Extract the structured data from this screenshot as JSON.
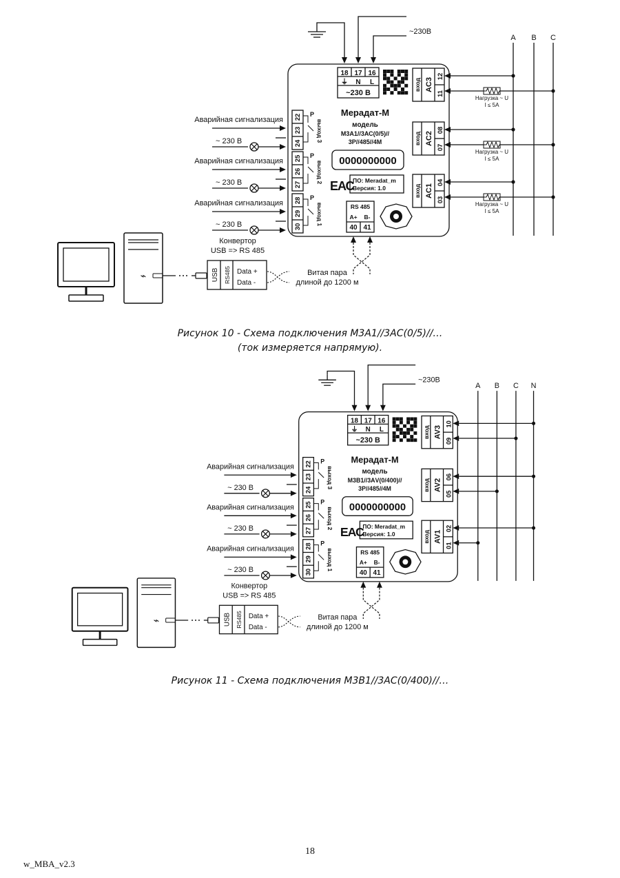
{
  "diagram1": {
    "supply_label": "~230В",
    "power_terminals": [
      "18",
      "17",
      "16"
    ],
    "power_symbols": [
      "⏚",
      "N",
      "L"
    ],
    "power_voltage": "~230 В",
    "brand": "Мерадат-М",
    "model_word": "модель",
    "model_line1": "М3А1//3АС(0/5)//",
    "model_line2": "3Р//485//4М",
    "serial": "0000000000",
    "eac": "ЕАС",
    "software": "ПО: Meradat_m",
    "version": "Версия: 1.0",
    "rs485_title": "RS 485",
    "rs485_pins": [
      "A+",
      "B-"
    ],
    "rs485_terms": [
      "40",
      "41"
    ],
    "phases": [
      "A",
      "B",
      "C"
    ],
    "inputs": [
      {
        "word": "вход",
        "name": "AC3",
        "terms": [
          "11",
          "12"
        ],
        "load": "Нагрузка ~ U",
        "limit": "I ≤ 5A"
      },
      {
        "word": "вход",
        "name": "AC2",
        "terms": [
          "07",
          "08"
        ],
        "load": "Нагрузка ~ U",
        "limit": "I ≤ 5A"
      },
      {
        "word": "вход",
        "name": "AC1",
        "terms": [
          "03",
          "04"
        ],
        "load": "Нагрузка ~ U",
        "limit": "I ≤ 5A"
      }
    ],
    "outputs": [
      {
        "name": "выход 3",
        "terms": [
          "22",
          "23",
          "24"
        ],
        "relay": "Р"
      },
      {
        "name": "выход 2",
        "terms": [
          "25",
          "26",
          "27"
        ],
        "relay": "Р"
      },
      {
        "name": "выход 1",
        "terms": [
          "28",
          "29",
          "30"
        ],
        "relay": "Р"
      }
    ],
    "alarm_label": "Аварийная сигнализация",
    "alarm_voltage": "~ 230 В",
    "converter_label1": "Конвертор",
    "converter_label2": "USB => RS 485",
    "usb_label": "USB",
    "rs485_label": "RS485",
    "data_plus": "Data +",
    "data_minus": "Data -",
    "twisted_pair1": "Витая пара",
    "twisted_pair2": "длиной до 1200 м"
  },
  "diagram2": {
    "supply_label": "~230В",
    "power_terminals": [
      "18",
      "17",
      "16"
    ],
    "power_symbols": [
      "⏚",
      "N",
      "L"
    ],
    "power_voltage": "~230 В",
    "brand": "Мерадат-М",
    "model_word": "модель",
    "model_line1": "М3В1//3АV(0/400)//",
    "model_line2": "3Р//485//4М",
    "serial": "0000000000",
    "eac": "ЕАС",
    "software": "ПО: Meradat_m",
    "version": "Версия: 1.0",
    "rs485_title": "RS 485",
    "rs485_pins": [
      "A+",
      "B-"
    ],
    "rs485_terms": [
      "40",
      "41"
    ],
    "phases": [
      "A",
      "B",
      "C",
      "N"
    ],
    "inputs": [
      {
        "word": "вход",
        "name": "AV3",
        "terms": [
          "09",
          "10"
        ]
      },
      {
        "word": "вход",
        "name": "AV2",
        "terms": [
          "05",
          "06"
        ]
      },
      {
        "word": "вход",
        "name": "AV1",
        "terms": [
          "01",
          "02"
        ]
      }
    ],
    "outputs": [
      {
        "name": "выход 3",
        "terms": [
          "22",
          "23",
          "24"
        ],
        "relay": "Р"
      },
      {
        "name": "выход 2",
        "terms": [
          "25",
          "26",
          "27"
        ],
        "relay": "Р"
      },
      {
        "name": "выход 1",
        "terms": [
          "28",
          "29",
          "30"
        ],
        "relay": "Р"
      }
    ],
    "alarm_label": "Аварийная сигнализация",
    "alarm_voltage": "~ 230 В",
    "converter_label1": "Конвертор",
    "converter_label2": "USB => RS 485",
    "usb_label": "USB",
    "rs485_label": "RS485",
    "data_plus": "Data +",
    "data_minus": "Data -",
    "twisted_pair1": "Витая пара",
    "twisted_pair2": "длиной до 1200 м"
  },
  "caption1_line1": "Рисунок 10 - Схема подключения М3А1//3АС(0/5)//…",
  "caption1_line2": "(ток измеряется напрямую).",
  "caption2": "Рисунок 11 - Схема подключения М3В1//3АС(0/400)//…",
  "page_number": "18",
  "doc_version": "w_MBA_v2.3"
}
